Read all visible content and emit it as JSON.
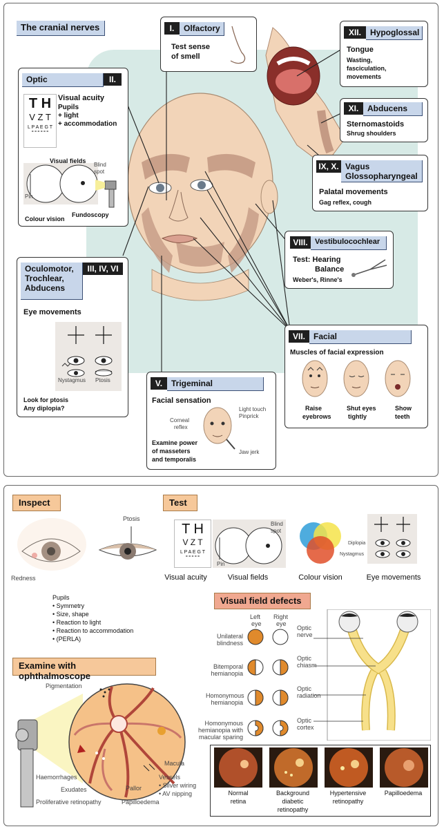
{
  "top": {
    "title": "The cranial nerves",
    "olfactory": {
      "num": "I.",
      "name": "Olfactory",
      "desc": [
        "Test sense",
        "of smell"
      ]
    },
    "optic": {
      "num": "II.",
      "name": "Optic",
      "chart": [
        "T H",
        "V Z T",
        "L P A E G T",
        "= = = = = ="
      ],
      "acuity": "Visual acuity",
      "pupils": [
        "Pupils",
        "+ light",
        "+ accommodation"
      ],
      "fields": "Visual fields",
      "blind": [
        "Blind",
        "spot"
      ],
      "pin": "Pin",
      "fundo": "Fundoscopy",
      "colour": "Colour vision"
    },
    "oculomotor": {
      "num": "III, IV, VI",
      "name": [
        "Oculomotor,",
        "Trochlear,",
        "Abducens"
      ],
      "move": "Eye movements",
      "nyst": "Nystagmus",
      "ptosis": "Ptosis",
      "look": [
        "Look for ptosis",
        "Any diplopia?"
      ]
    },
    "trigeminal": {
      "num": "V.",
      "name": "Trigeminal",
      "sens": "Facial sensation",
      "corneal": [
        "Corneal",
        "reflex"
      ],
      "light": [
        "Light touch",
        "Pinprick"
      ],
      "exam": [
        "Examine power",
        "of masseters",
        "and temporalis"
      ],
      "jaw": "Jaw jerk"
    },
    "facial": {
      "num": "VII.",
      "name": "Facial",
      "muscles": "Muscles of facial expression",
      "faces": [
        [
          "Raise",
          "eyebrows"
        ],
        [
          "Shut eyes",
          "tightly"
        ],
        [
          "Show",
          "teeth"
        ]
      ]
    },
    "vestibulo": {
      "num": "VIII.",
      "name": "Vestibulocochlear",
      "test": [
        "Test: Hearing",
        "Balance"
      ],
      "sub": "Weber's, Rinne's"
    },
    "vagus": {
      "num": "IX, X.",
      "name": [
        "Vagus",
        "Glossopharyngeal"
      ],
      "pal": "Palatal movements",
      "gag": "Gag reflex, cough"
    },
    "accessory": {
      "num": "XI.",
      "name": "Abducens",
      "desc": "Sternomastoids",
      "sub": "Shrug shoulders"
    },
    "hypoglossal": {
      "num": "XII.",
      "name": "Hypoglossal",
      "desc": "Tongue",
      "sub": [
        "Wasting,",
        "fasciculation,",
        "movements"
      ]
    }
  },
  "bottom": {
    "inspect": "Inspect",
    "test": "Test",
    "redness": "Redness",
    "ptosis": "Ptosis",
    "pupils_title": "Pupils",
    "pupils": [
      "• Symmetry",
      "• Size, shape",
      "• Reaction to light",
      "• Reaction to accommodation",
      "• (PERLA)"
    ],
    "chart": [
      "T H",
      "V Z T",
      "L P A E G T",
      "= = = = ="
    ],
    "blind": [
      "Blind",
      "spot"
    ],
    "pin": "Pin",
    "diplopia": "Diplopia",
    "nystagmus": "Nystagmus",
    "captions": [
      "Visual acuity",
      "Visual fields",
      "Colour vision",
      "Eye movements"
    ],
    "vfd_title": "Visual field defects",
    "left_eye": [
      "Left",
      "eye"
    ],
    "right_eye": [
      "Right",
      "eye"
    ],
    "defects": [
      [
        "Unilateral",
        "blindness"
      ],
      [
        "Bitemporal",
        "hemianopia"
      ],
      [
        "Homonymous",
        "hemianopia"
      ],
      [
        "Homonymous",
        "hemianopia with",
        "macular sparing"
      ]
    ],
    "pathway": [
      [
        "Optic",
        "nerve"
      ],
      [
        "Optic",
        "chiasm"
      ],
      [
        "Optic",
        "radiation"
      ],
      [
        "Optic",
        "cortex"
      ]
    ],
    "ophth_title": "Examine with ophthalmoscope",
    "pigmentation": "Pigmentation",
    "haemorrhages": "Haemorrhages",
    "exudates": "Exudates",
    "prolif": "Proliferative retinopathy",
    "pallor": "Pallor",
    "papill": "Papilloedema",
    "macula": "Macula",
    "vessels": "Vessels",
    "silver": "• Silver wiring",
    "av": "• AV nipping",
    "photos": [
      [
        "Normal",
        "retina"
      ],
      [
        "Background",
        "diabetic",
        "retinopathy"
      ],
      [
        "Hypertensive",
        "retinopathy"
      ],
      [
        "Papilloedema"
      ]
    ]
  },
  "colors": {
    "header_blue": "#c8d6ea",
    "skin": "#f2d4b8",
    "muscle": "#c49a84",
    "teal_bg": "#d7eae6",
    "orange": "#f6c89a",
    "defect_orange": "#e08a2c",
    "pathway_yellow": "#f7e08a"
  }
}
